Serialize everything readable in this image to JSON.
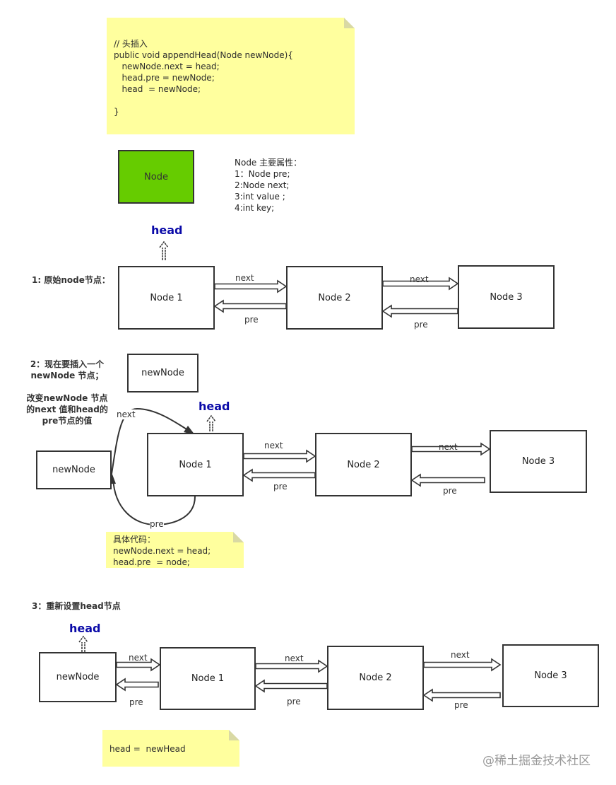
{
  "code_note": {
    "lines": [
      "// 头插入",
      "public void appendHead(Node newNode){",
      "   newNode.next = head;",
      "   head.pre = newNode;",
      "   head  = newNode;",
      "",
      "}"
    ]
  },
  "legend_node": {
    "label": "Node",
    "color": "#66cc00"
  },
  "node_props": {
    "title": "Node 主要属性：",
    "items": [
      "1：Node pre;",
      "2:Node next;",
      "3:int value ;",
      "4:int key;"
    ]
  },
  "step1": {
    "label": "1: 原始node节点：",
    "head": "head",
    "nodes": [
      "Node 1",
      "Node 2",
      "Node 3"
    ],
    "next": "next",
    "pre": "pre"
  },
  "step2": {
    "label": "2：现在要插入一个\nnewNode 节点；",
    "desc": "改变newNode 节点\n的next 值和head的\npre节点的值",
    "new_node_top": "newNode",
    "new_node": "newNode",
    "head": "head",
    "nodes": [
      "Node 1",
      "Node 2",
      "Node 3"
    ],
    "next": "next",
    "pre": "pre",
    "code_note": [
      "具体代码：",
      "newNode.next = head;",
      "head.pre  = node;"
    ]
  },
  "step3": {
    "label": "3：重新设置head节点",
    "head": "head",
    "nodes": [
      "newNode",
      "Node 1",
      "Node 2",
      "Node 3"
    ],
    "next": "next",
    "pre": "pre",
    "code_note": "head =  newHead"
  },
  "watermark": "@稀土掘金技术社区",
  "colors": {
    "note": "#ffff99",
    "head": "#0a0aa8",
    "node_fill": "#66cc00"
  }
}
